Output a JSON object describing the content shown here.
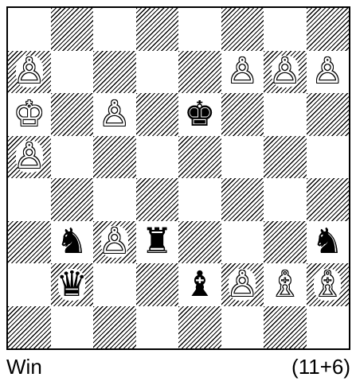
{
  "board": {
    "ranks": [
      [
        "",
        "",
        "",
        "",
        "",
        "",
        "",
        ""
      ],
      [
        "wp",
        "",
        "",
        "",
        "",
        "wp",
        "wp",
        "wp"
      ],
      [
        "wk",
        "",
        "wp",
        "",
        "bk",
        "",
        "",
        ""
      ],
      [
        "wp",
        "",
        "",
        "",
        "",
        "",
        "",
        ""
      ],
      [
        "",
        "",
        "",
        "",
        "",
        "",
        "",
        ""
      ],
      [
        "",
        "bn",
        "wp",
        "br",
        "",
        "",
        "",
        "bn"
      ],
      [
        "",
        "bq",
        "",
        "",
        "bb",
        "wp",
        "wb",
        "wb"
      ],
      [
        "",
        "",
        "",
        "",
        "",
        "",
        "",
        ""
      ]
    ],
    "pieces": {
      "wk": {
        "glyph": "♔",
        "color": "white",
        "name": "white-king-icon"
      },
      "wp": {
        "glyph": "♙",
        "color": "white",
        "name": "white-pawn-icon"
      },
      "wb": {
        "glyph": "♗",
        "color": "white",
        "name": "white-bishop-icon"
      },
      "bk": {
        "glyph": "♚",
        "color": "black",
        "name": "black-king-icon"
      },
      "bq": {
        "glyph": "♛",
        "color": "black",
        "name": "black-queen-icon"
      },
      "br": {
        "glyph": "♜",
        "color": "black",
        "name": "black-rook-icon"
      },
      "bb": {
        "glyph": "♝",
        "color": "black",
        "name": "black-bishop-icon"
      },
      "bn": {
        "glyph": "♞",
        "color": "black",
        "name": "black-knight-icon"
      }
    }
  },
  "caption": {
    "stipulation": "Win",
    "piece_count": "(11+6)"
  }
}
